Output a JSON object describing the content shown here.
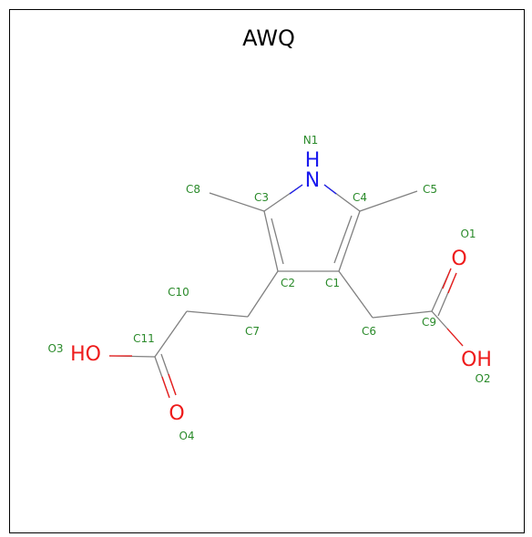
{
  "title": "AWQ",
  "colors": {
    "carbon_label": "#2a8a2a",
    "nitrogen": "#1a1aee",
    "oxygen": "#ee1a1a",
    "bond": "#808080",
    "border": "#000000"
  },
  "atom_labels": {
    "N1": "N1",
    "C1": "C1",
    "C2": "C2",
    "C3": "C3",
    "C4": "C4",
    "C5": "C5",
    "C6": "C6",
    "C7": "C7",
    "C8": "C8",
    "C9": "C9",
    "C10": "C10",
    "C11": "C11",
    "O1": "O1",
    "O2": "O2",
    "O3": "O3",
    "O4": "O4"
  },
  "element_symbols": {
    "N1": "N",
    "N1_H": "H",
    "O1": "O",
    "O2": "OH",
    "O3": "HO",
    "O4": "O"
  }
}
